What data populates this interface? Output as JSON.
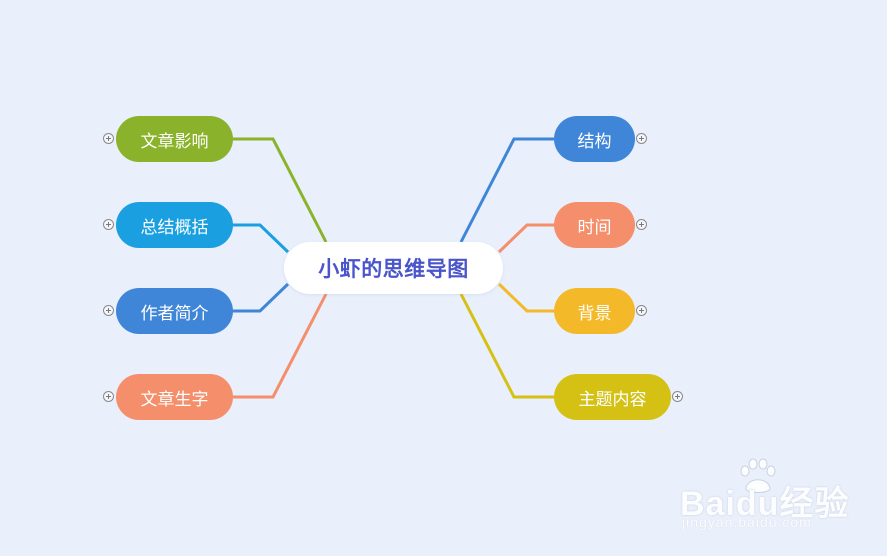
{
  "mindmap": {
    "center": {
      "label": "小虾的思维导图",
      "color": "#4a55c9"
    },
    "left_branches": [
      {
        "label": "文章影响",
        "color": "#8ab22a"
      },
      {
        "label": "总结概括",
        "color": "#1a9fe0"
      },
      {
        "label": "作者简介",
        "color": "#3f86d8"
      },
      {
        "label": "文章生字",
        "color": "#f58e6b"
      }
    ],
    "right_branches": [
      {
        "label": "结构",
        "color": "#3f86d8"
      },
      {
        "label": "时间",
        "color": "#f58e6b"
      },
      {
        "label": "背景",
        "color": "#f4b928"
      },
      {
        "label": "主题内容",
        "color": "#d4c114"
      }
    ]
  },
  "watermark": {
    "logo_text": "Baidu经验",
    "url_text": "jingyan.baidu.com"
  },
  "icons": {
    "expander": "circle-plus-icon",
    "watermark_logo": "baidu-paw-icon"
  }
}
